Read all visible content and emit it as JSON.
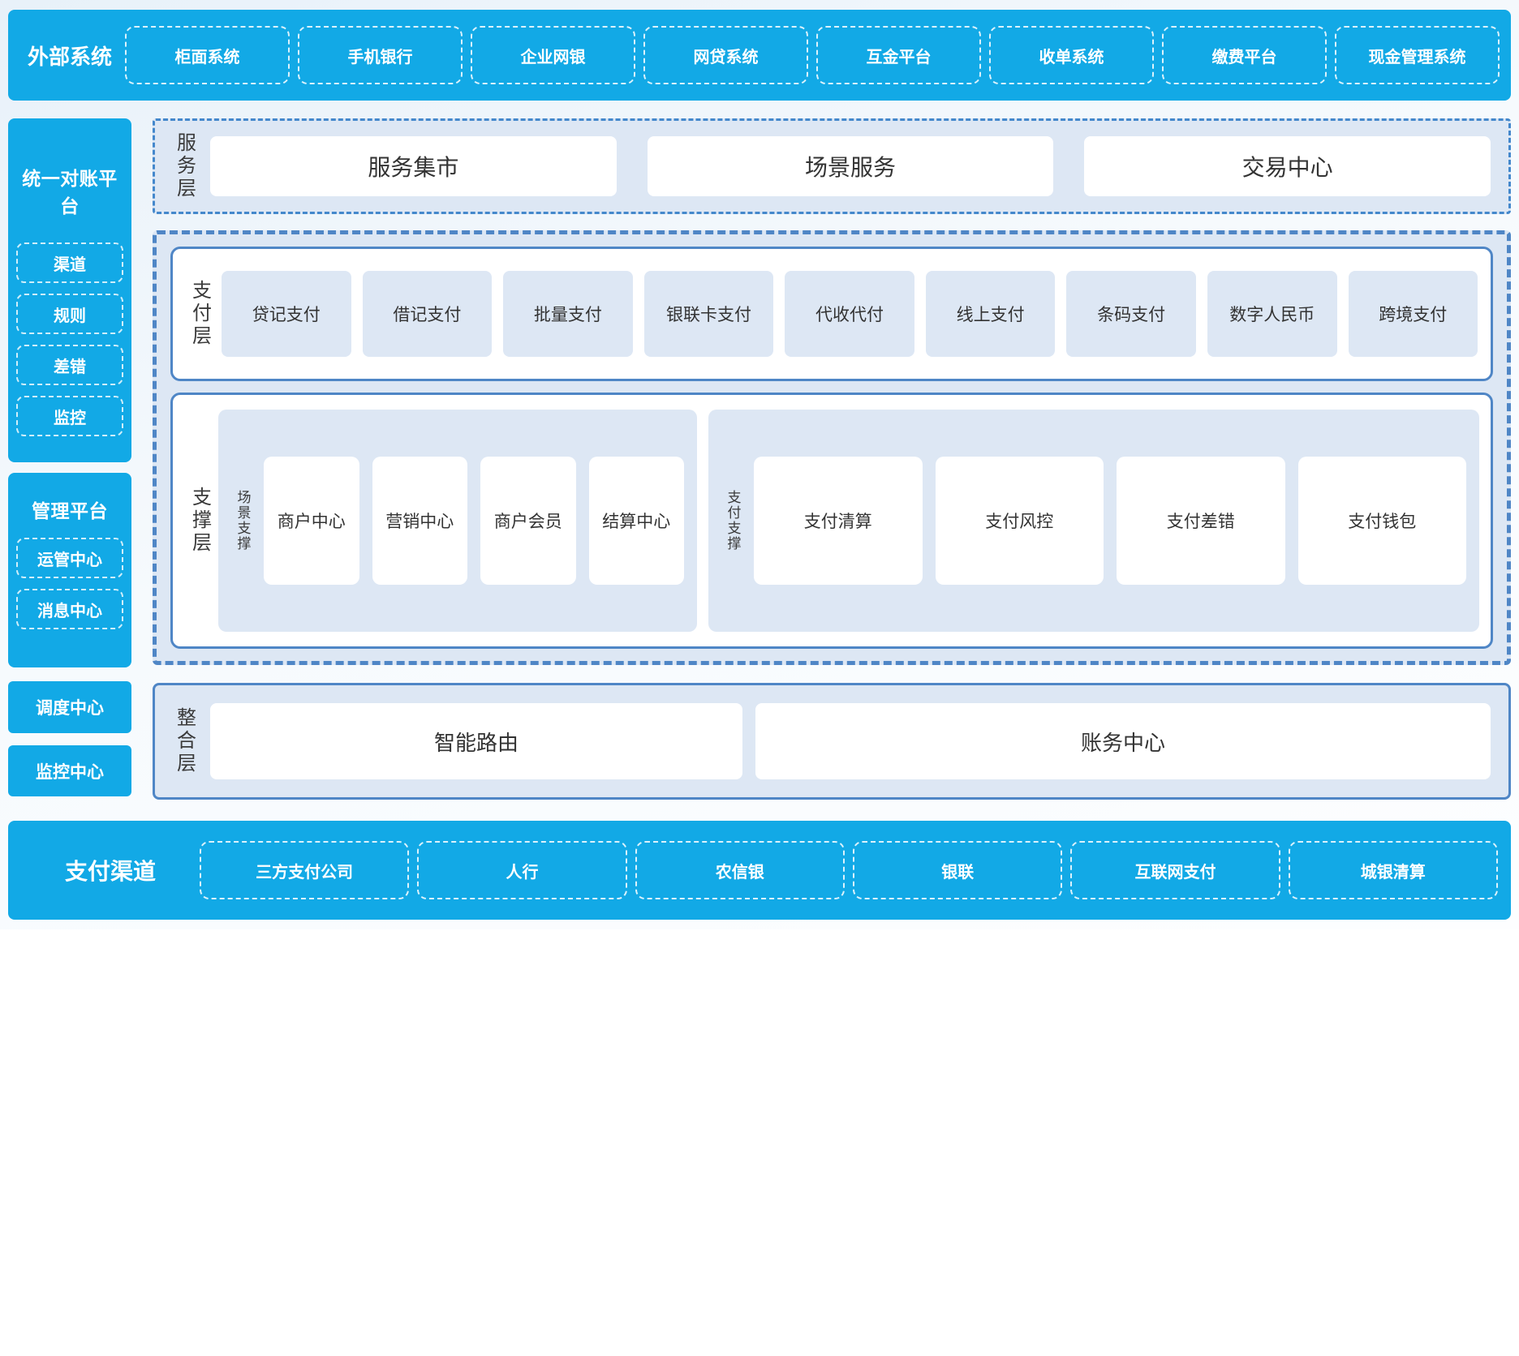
{
  "colors": {
    "accent_blue": "#12a9e6",
    "panel_light_blue": "#dde7f4",
    "border_blue": "#4f86c6",
    "text_dark": "#333333",
    "text_white": "#ffffff"
  },
  "top_bar": {
    "label": "外部系统",
    "items": [
      "柜面系统",
      "手机银行",
      "企业网银",
      "网贷系统",
      "互金平台",
      "收单系统",
      "缴费平台",
      "现金管理系统"
    ]
  },
  "sidebar": {
    "reconciliation": {
      "title": "统一对账平台",
      "items": [
        "渠道",
        "规则",
        "差错",
        "监控"
      ]
    },
    "management": {
      "title": "管理平台",
      "items": [
        "运管中心",
        "消息中心"
      ]
    },
    "standalone": [
      "调度中心",
      "监控中心"
    ]
  },
  "service_layer": {
    "label": "服务层",
    "items": [
      "服务集市",
      "场景服务",
      "交易中心"
    ]
  },
  "payment_layer": {
    "label": "支付层",
    "items": [
      "贷记支付",
      "借记支付",
      "批量支付",
      "银联卡支付",
      "代收代付",
      "线上支付",
      "条码支付",
      "数字人民币",
      "跨境支付"
    ]
  },
  "support_layer": {
    "label": "支撑层",
    "groups": [
      {
        "label": "场景支撑",
        "items": [
          "商户中心",
          "营销中心",
          "商户会员",
          "结算中心"
        ]
      },
      {
        "label": "支付支撑",
        "items": [
          "支付清算",
          "支付风控",
          "支付差错",
          "支付钱包"
        ]
      }
    ]
  },
  "integration_layer": {
    "label": "整合层",
    "items": [
      "智能路由",
      "账务中心"
    ]
  },
  "bottom_bar": {
    "label": "支付渠道",
    "items": [
      "三方支付公司",
      "人行",
      "农信银",
      "银联",
      "互联网支付",
      "城银清算"
    ]
  }
}
